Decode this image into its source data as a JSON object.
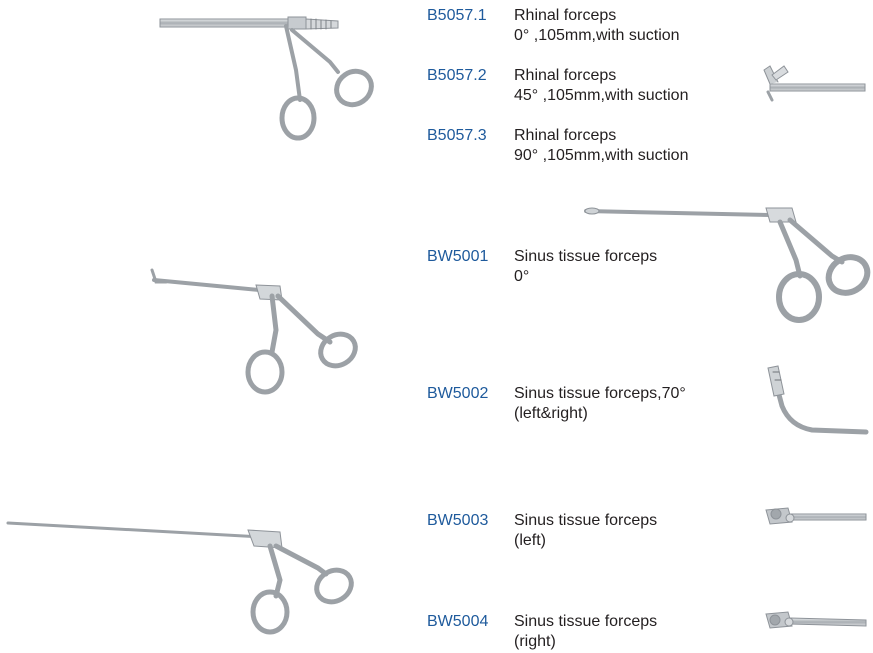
{
  "products": [
    {
      "code": "B5057.1",
      "name": "Rhinal forceps",
      "spec": "0°  ,105mm,with suction"
    },
    {
      "code": "B5057.2",
      "name": "Rhinal forceps",
      "spec": "45°  ,105mm,with suction"
    },
    {
      "code": "B5057.3",
      "name": "Rhinal forceps",
      "spec": "90°  ,105mm,with suction"
    },
    {
      "code": "BW5001",
      "name": "Sinus tissue forceps",
      "spec": "0°"
    },
    {
      "code": "BW5002",
      "name": "Sinus tissue forceps,70°",
      "spec": "(left&right)"
    },
    {
      "code": "BW5003",
      "name": "Sinus tissue forceps",
      "spec": "(left)"
    },
    {
      "code": "BW5004",
      "name": "Sinus tissue forceps",
      "spec": "(right)"
    }
  ],
  "colors": {
    "code": "#1e5a9c",
    "text": "#231f20",
    "steel": "#b9bdc2",
    "steel_dark": "#8e9399"
  }
}
